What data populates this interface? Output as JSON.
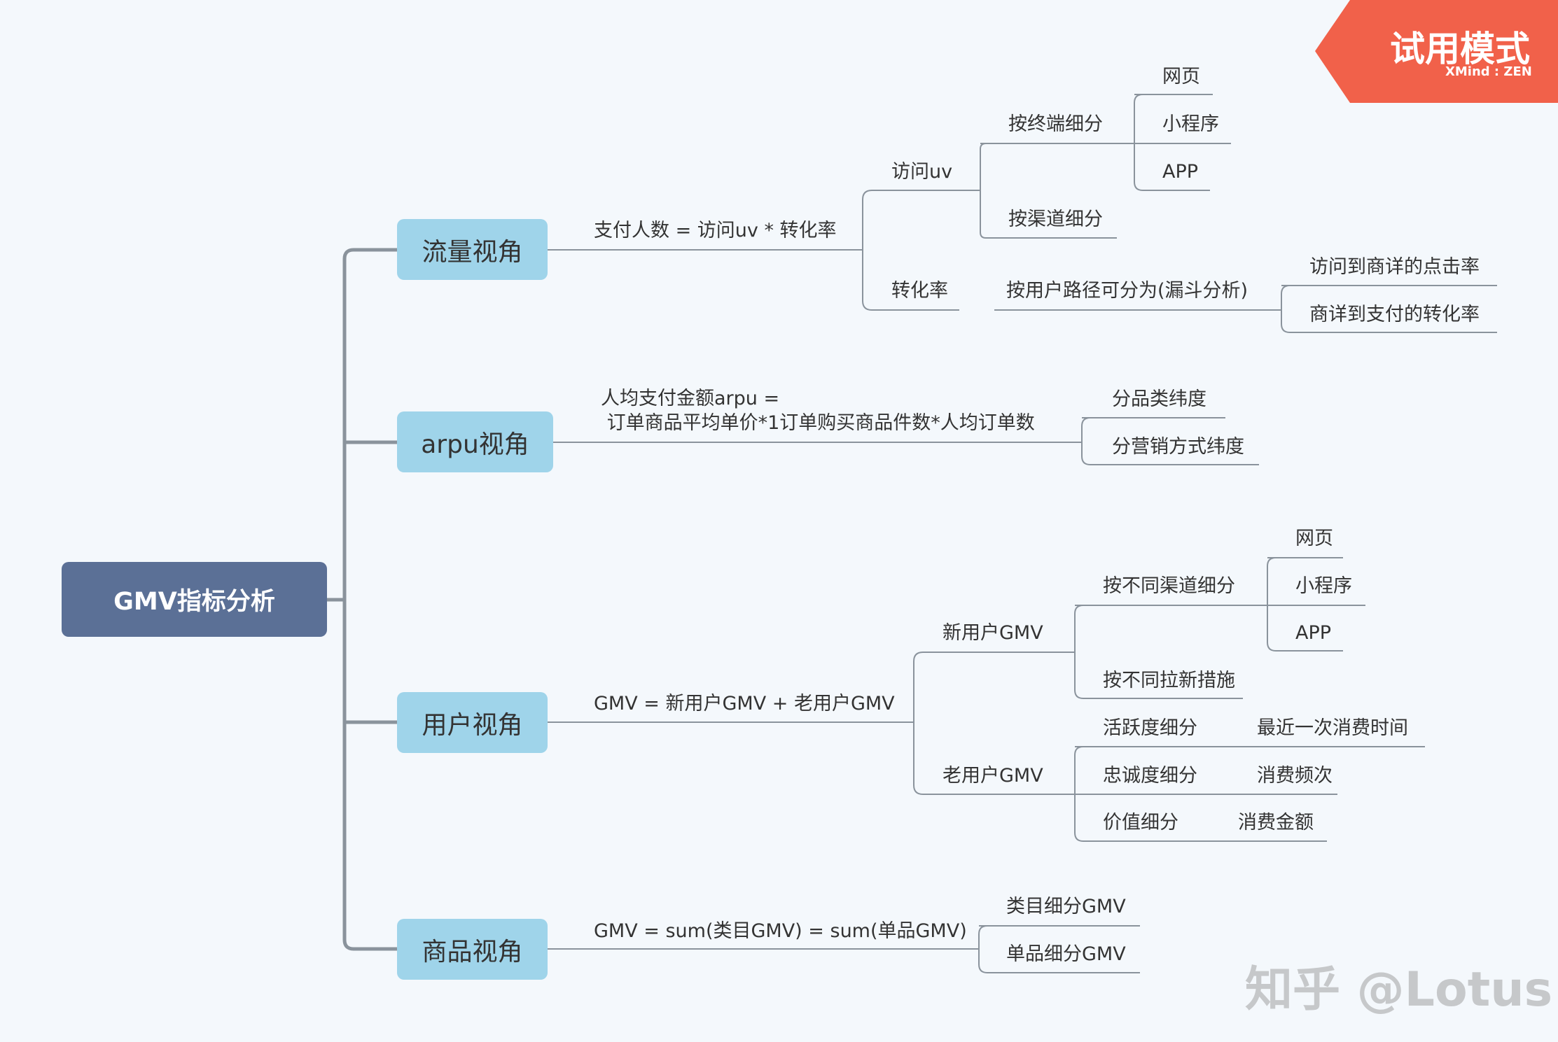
{
  "badge": {
    "title": "试用模式",
    "subtitle": "XMind : ZEN"
  },
  "watermark": "知乎 @Lotus",
  "colors": {
    "root": "#5b7096",
    "main": "#9fd4ea",
    "badge": "#f1614a",
    "line": "#8a939c",
    "text": "#333333"
  },
  "nodes": {
    "root": "GMV指标分析",
    "traffic": {
      "label": "流量视角",
      "formula": "支付人数 = 访问uv * 转化率",
      "uv": "访问uv",
      "by_terminal": "按终端细分",
      "terminal_children": [
        "网页",
        "小程序",
        "APP"
      ],
      "by_channel": "按渠道细分",
      "conversion": "转化率",
      "funnel": "按用户路径可分为(漏斗分析)",
      "funnel_children": [
        "访问到商详的点击率",
        "商详到支付的转化率"
      ]
    },
    "arpu": {
      "label": "arpu视角",
      "formula_line1": "人均支付金额arpu =",
      "formula_line2": " 订单商品平均单价*1订单购买商品件数*人均订单数",
      "children": [
        "分品类纬度",
        "分营销方式纬度"
      ]
    },
    "user": {
      "label": "用户视角",
      "formula": "GMV = 新用户GMV + 老用户GMV",
      "new_user": "新用户GMV",
      "new_by_channel": "按不同渠道细分",
      "new_channel_children": [
        "网页",
        "小程序",
        "APP"
      ],
      "new_by_measure": "按不同拉新措施",
      "old_user": "老用户GMV",
      "old_children": [
        {
          "label": "活跃度细分",
          "detail": "最近一次消费时间"
        },
        {
          "label": "忠诚度细分",
          "detail": "消费频次"
        },
        {
          "label": "价值细分",
          "detail": "消费金额"
        }
      ]
    },
    "product": {
      "label": "商品视角",
      "formula": "GMV = sum(类目GMV) = sum(单品GMV)",
      "children": [
        "类目细分GMV",
        "单品细分GMV"
      ]
    }
  }
}
